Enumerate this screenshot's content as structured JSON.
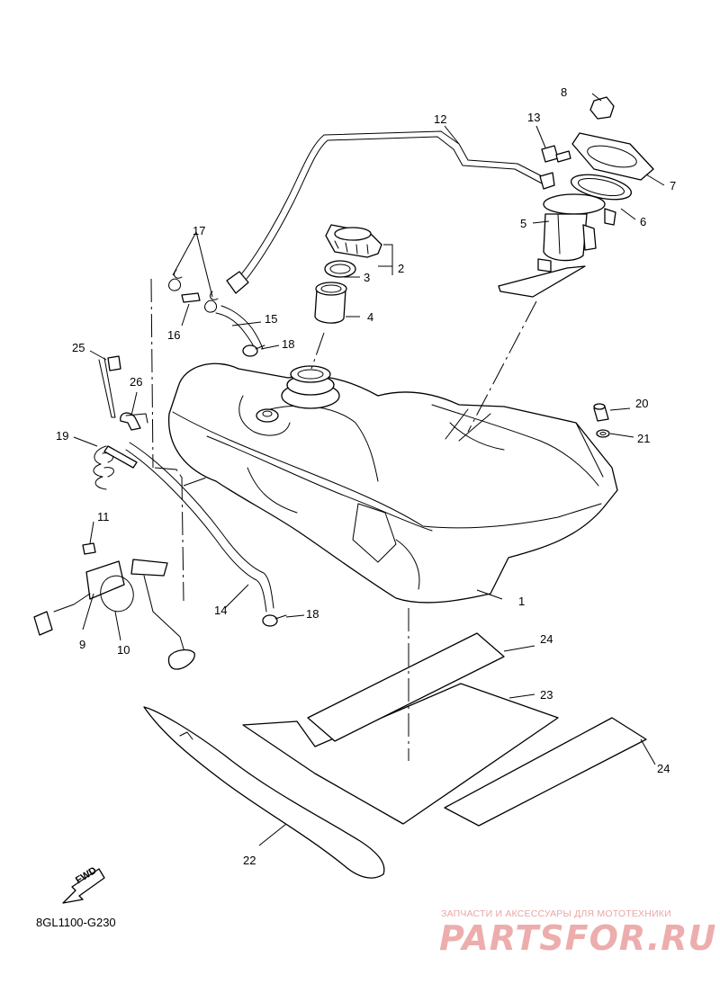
{
  "diagram": {
    "code": "8GL1100-G230",
    "fwd_label": "FWD",
    "watermark_tagline": "ЗАПЧАСТИ И АКСЕССУАРЫ ДЛЯ МОТОТЕХНИКИ",
    "watermark_logo": "PARTSFOR.RU",
    "callouts": {
      "c1": "1",
      "c2": "2",
      "c3": "3",
      "c4": "4",
      "c5": "5",
      "c6": "6",
      "c7": "7",
      "c8": "8",
      "c9": "9",
      "c10": "10",
      "c11": "11",
      "c12": "12",
      "c13": "13",
      "c14": "14",
      "c15": "15",
      "c16": "16",
      "c17": "17",
      "c18a": "18",
      "c18b": "18",
      "c19": "19",
      "c20": "20",
      "c21": "21",
      "c22": "22",
      "c23": "23",
      "c24a": "24",
      "c24b": "24",
      "c25": "25",
      "c26": "26"
    }
  }
}
